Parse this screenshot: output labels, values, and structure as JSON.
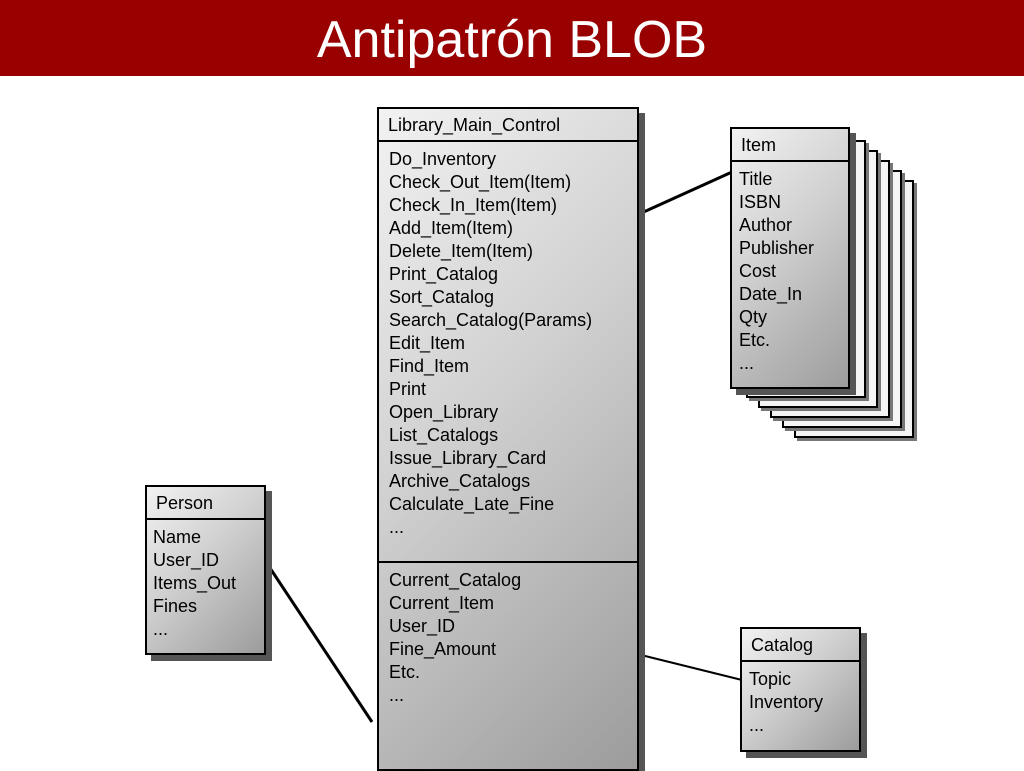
{
  "title": "Antipatrón BLOB",
  "classes": {
    "main": {
      "name": "Library_Main_Control",
      "operations": [
        "Do_Inventory",
        "Check_Out_Item(Item)",
        "Check_In_Item(Item)",
        "Add_Item(Item)",
        "Delete_Item(Item)",
        "Print_Catalog",
        "Sort_Catalog",
        "Search_Catalog(Params)",
        "Edit_Item",
        "Find_Item",
        "Print",
        "Open_Library",
        "List_Catalogs",
        "Issue_Library_Card",
        "Archive_Catalogs",
        "Calculate_Late_Fine",
        "..."
      ],
      "attributes": [
        "Current_Catalog",
        "Current_Item",
        "User_ID",
        "Fine_Amount",
        "Etc.",
        "..."
      ]
    },
    "item": {
      "name": "Item",
      "attributes": [
        "Title",
        "ISBN",
        "Author",
        "Publisher",
        "Cost",
        "Date_In",
        "Qty",
        "Etc.",
        "..."
      ]
    },
    "person": {
      "name": "Person",
      "attributes": [
        "Name",
        "User_ID",
        "Items_Out",
        "Fines",
        "..."
      ]
    },
    "catalog": {
      "name": "Catalog",
      "attributes": [
        "Topic",
        "Inventory",
        "..."
      ]
    }
  }
}
